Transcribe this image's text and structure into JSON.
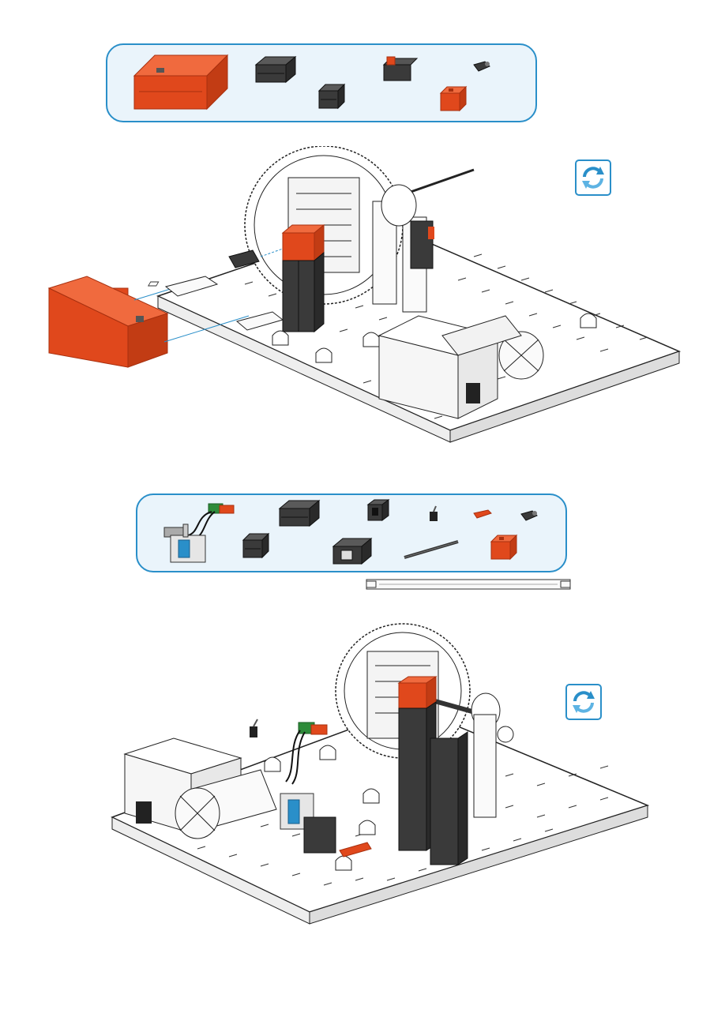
{
  "page": {
    "background": "#ffffff",
    "accent_color": "#2a8fc9",
    "part_colors": {
      "red": "#e0481c",
      "red_dark": "#a8300f",
      "dark_grey": "#3a3a3a",
      "light_grey": "#f2f2f2",
      "blue": "#2a8fc9",
      "green": "#2e8b3a"
    }
  },
  "steps": [
    {
      "parts_box_icons": [
        "battery-box",
        "building-block-30",
        "building-block-15",
        "micro-switch",
        "shaft-coupling",
        "building-block-red"
      ],
      "rotate_icon": "rotate-view-icon"
    },
    {
      "parts_box_icons": [
        "solenoid-valve",
        "building-block-30",
        "building-block-15",
        "angle-block",
        "bracket-block",
        "plug",
        "clip",
        "shaft-coupling",
        "axle",
        "building-block-red",
        "strut"
      ],
      "rotate_icon": "rotate-view-icon"
    }
  ]
}
